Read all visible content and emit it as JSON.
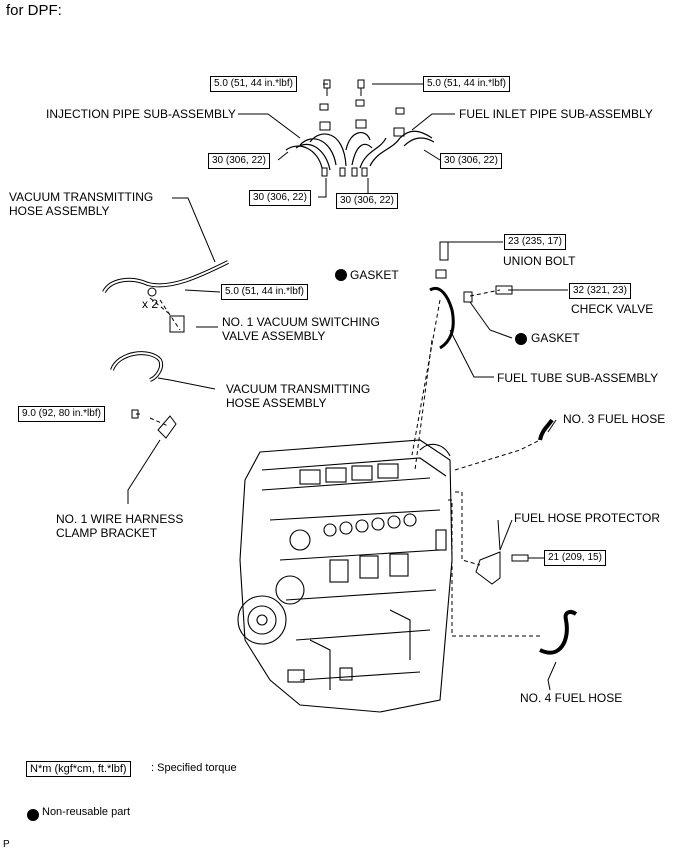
{
  "header": {
    "title": "for DPF:"
  },
  "torques": {
    "bolt_top_left": "5.0 (51, 44 in.*lbf)",
    "bolt_top_right": "5.0 (51, 44 in.*lbf)",
    "nut_left": "30 (306, 22)",
    "nut_right": "30 (306, 22)",
    "nut_center_left": "30 (306, 22)",
    "nut_center_right": "30 (306, 22)",
    "union_bolt": "23 (235, 17)",
    "vsv_bolt": "5.0 (51, 44 in.*lbf)",
    "check_valve": "32 (321, 23)",
    "bracket_bolt": "9.0 (92, 80 in.*lbf)",
    "protector_bolt": "21 (209, 15)"
  },
  "parts": {
    "injection_pipe": "INJECTION PIPE SUB-ASSEMBLY",
    "fuel_inlet_pipe": "FUEL INLET PIPE SUB-ASSEMBLY",
    "vacuum_hose_top_line1": "VACUUM TRANSMITTING",
    "vacuum_hose_top_line2": "HOSE ASSEMBLY",
    "gasket_upper": "GASKET",
    "union_bolt": "UNION BOLT",
    "quantity": "x 2",
    "check_valve": "CHECK VALVE",
    "vsv_line1": "NO. 1 VACUUM SWITCHING",
    "vsv_line2": "VALVE ASSEMBLY",
    "gasket_lower": "GASKET",
    "vacuum_hose_bottom_line1": "VACUUM TRANSMITTING",
    "vacuum_hose_bottom_line2": "HOSE ASSEMBLY",
    "fuel_tube": "FUEL TUBE SUB-ASSEMBLY",
    "no3_fuel_hose": "NO. 3 FUEL HOSE",
    "wire_harness_line1": "NO. 1 WIRE HARNESS",
    "wire_harness_line2": "CLAMP BRACKET",
    "fuel_hose_protector": "FUEL HOSE PROTECTOR",
    "no4_fuel_hose": "NO. 4 FUEL HOSE"
  },
  "legend": {
    "torque_units": "N*m (kgf*cm, ft.*lbf)",
    "torque_desc": ": Specified torque",
    "nonreusable_desc": "Non-reusable part"
  },
  "footer": {
    "code": "P"
  }
}
